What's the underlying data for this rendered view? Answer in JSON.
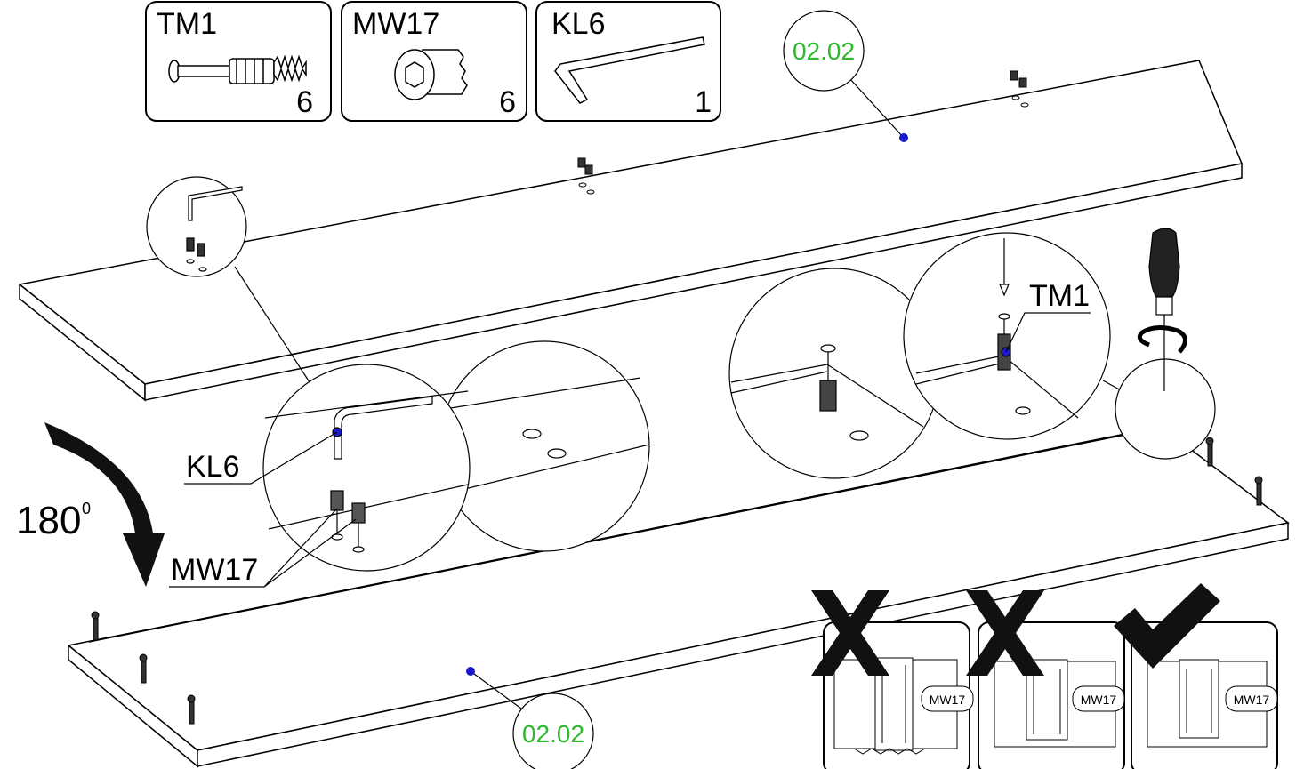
{
  "parts": [
    {
      "code": "TM1",
      "qty": "6",
      "icon": "cam-bolt-icon"
    },
    {
      "code": "MW17",
      "qty": "6",
      "icon": "threaded-insert-icon"
    },
    {
      "code": "KL6",
      "qty": "1",
      "icon": "hex-key-icon"
    }
  ],
  "panel_ref_top": "02.02",
  "panel_ref_bottom": "02.02",
  "labels": {
    "kl6": "KL6",
    "mw17": "MW17",
    "tm1": "TM1",
    "rotation": "180",
    "rotation_unit": "0"
  },
  "checks": [
    {
      "status": "wrong",
      "icon": "cross-icon",
      "label": "MW17"
    },
    {
      "status": "wrong",
      "icon": "cross-icon",
      "label": "MW17"
    },
    {
      "status": "correct",
      "icon": "checkmark-icon",
      "label": "MW17"
    }
  ],
  "colors": {
    "ref_text": "#2db82d",
    "marker": "#1a1acc",
    "line": "#000000"
  }
}
